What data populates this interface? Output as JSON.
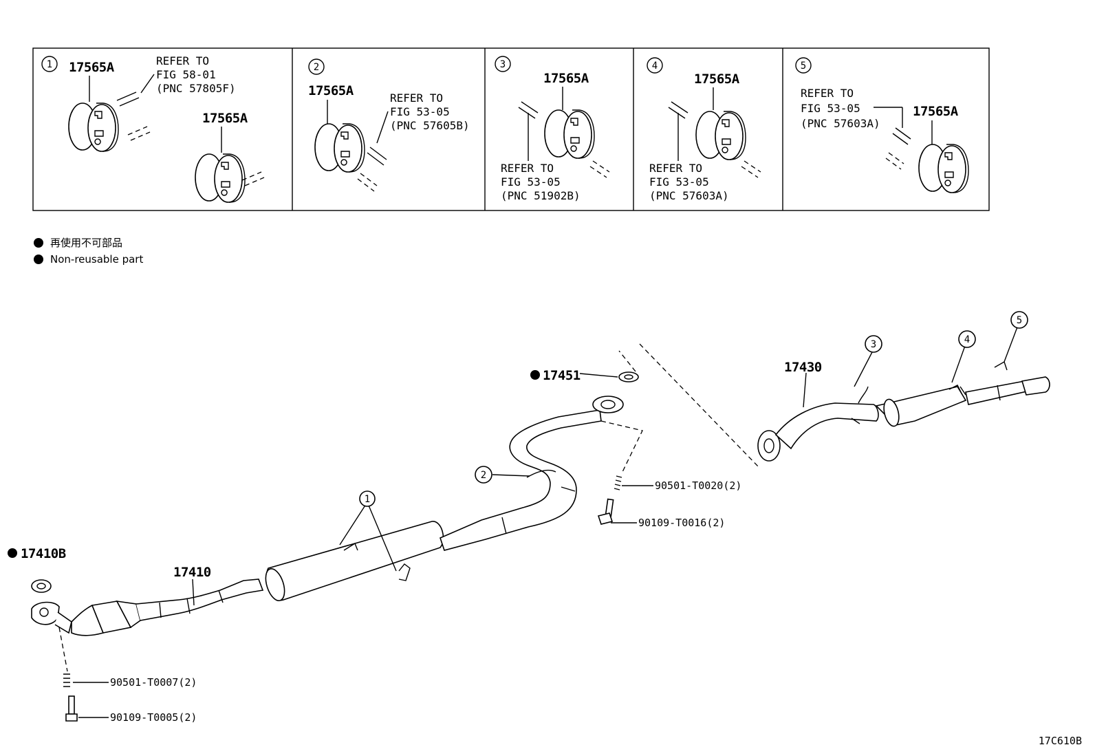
{
  "panels": [
    {
      "num": "1",
      "part": "17565A",
      "part2": "17565A",
      "ref": [
        "REFER TO",
        "FIG 58-01",
        "(PNC 57805F)"
      ]
    },
    {
      "num": "2",
      "part": "17565A",
      "ref": [
        "REFER TO",
        "FIG 53-05",
        "(PNC 57605B)"
      ]
    },
    {
      "num": "3",
      "part": "17565A",
      "ref": [
        "REFER TO",
        "FIG 53-05",
        "(PNC 51902B)"
      ]
    },
    {
      "num": "4",
      "part": "17565A",
      "ref": [
        "REFER TO",
        "FIG 53-05",
        "(PNC 57603A)"
      ]
    },
    {
      "num": "5",
      "part": "17565A",
      "ref": [
        "REFER TO",
        "FIG 53-05",
        "(PNC 57603A)"
      ]
    }
  ],
  "legend": {
    "jp": "再使用不可部品",
    "en": "Non-reusable part"
  },
  "parts": {
    "gasket_front": "17410B",
    "front_pipe": "17410",
    "gasket_mid": "17451",
    "tail_pipe": "17430",
    "spring_front": "90501-T0007(2)",
    "bolt_front": "90109-T0005(2)",
    "spring_mid": "90501-T0020(2)",
    "bolt_mid": "90109-T0016(2)"
  },
  "callouts": [
    "1",
    "2",
    "3",
    "4",
    "5"
  ],
  "figure_code": "17C610B"
}
